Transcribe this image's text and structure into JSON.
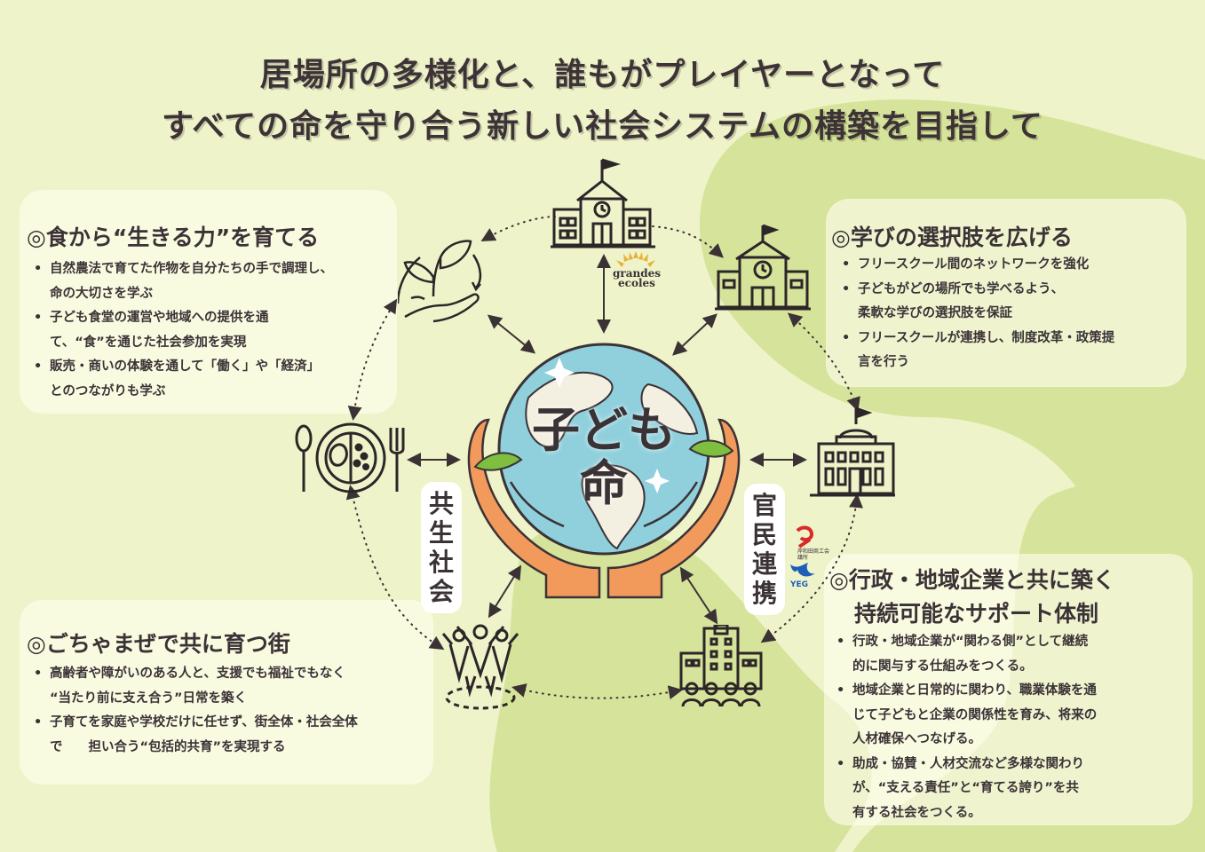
{
  "title": {
    "line1": "居場所の多様化と、誰もがプレイヤーとなって",
    "line2": "すべての命を守り合う新しい社会システムの構築を目指して"
  },
  "center": {
    "line1": "子ども",
    "line2": "命"
  },
  "labels": {
    "left": "共生社会",
    "right": "官民連携"
  },
  "logos": {
    "grandes_line1": "grandes",
    "grandes_line2": "ecoles",
    "chamber": "岸和田商工会議所",
    "yeg": "YEG"
  },
  "cards": {
    "food": {
      "title": "◎食から“生きる力”を育てる",
      "bullets": [
        [
          "自然農法で育てた作物を自分たちの手で調理し、",
          "命の大切さを学ぶ"
        ],
        [
          "子ども食堂の運営や地域への提供を通",
          "て、“食”を通じた社会参加を実現"
        ],
        [
          "販売・商いの体験を通して「働く」や「経済」",
          "とのつながりも学ぶ"
        ]
      ]
    },
    "learning": {
      "title": "◎学びの選択肢を広げる",
      "bullets": [
        [
          "フリースクール間のネットワークを強化"
        ],
        [
          "子どもがどの場所でも学べるよう、",
          "柔軟な学びの選択肢を保証"
        ],
        [
          "フリースクールが連携し、制度改革・政策提",
          "言を行う"
        ]
      ]
    },
    "community": {
      "title": "◎ごちゃまぜで共に育つ街",
      "bullets": [
        [
          "高齢者や障がいのある人と、支援でも福祉でもなく",
          "“当たり前に支え合う”日常を築く"
        ],
        [
          "子育てを家庭や学校だけに任せず、街全体・社会全体",
          "で　　担い合う“包括的共育”を実現する"
        ]
      ]
    },
    "government": {
      "title_line1": "◎行政・地域企業と共に築く",
      "title_line2": "持続可能なサポート体制",
      "bullets": [
        [
          "行政・地域企業が“関わる側”として継続",
          "的に関与する仕組みをつくる。"
        ],
        [
          "地域企業と日常的に関わり、職業体験を通",
          "じて子どもと企業の関係性を育み、将来の",
          "人材確保へつなげる。"
        ],
        [
          "助成・協賛・人材交流など多様な関わり",
          "が、“支える責任”と“育てる誇り”を共",
          "有する社会をつくる。"
        ]
      ]
    }
  },
  "colors": {
    "background": "#eef3c9",
    "blob": "#d6e39a",
    "text": "#3b3236",
    "hand": "#f29a5c",
    "globe_sea": "#8fd0dc",
    "globe_land": "#f3efe1",
    "leaf": "#7fbf3f"
  }
}
